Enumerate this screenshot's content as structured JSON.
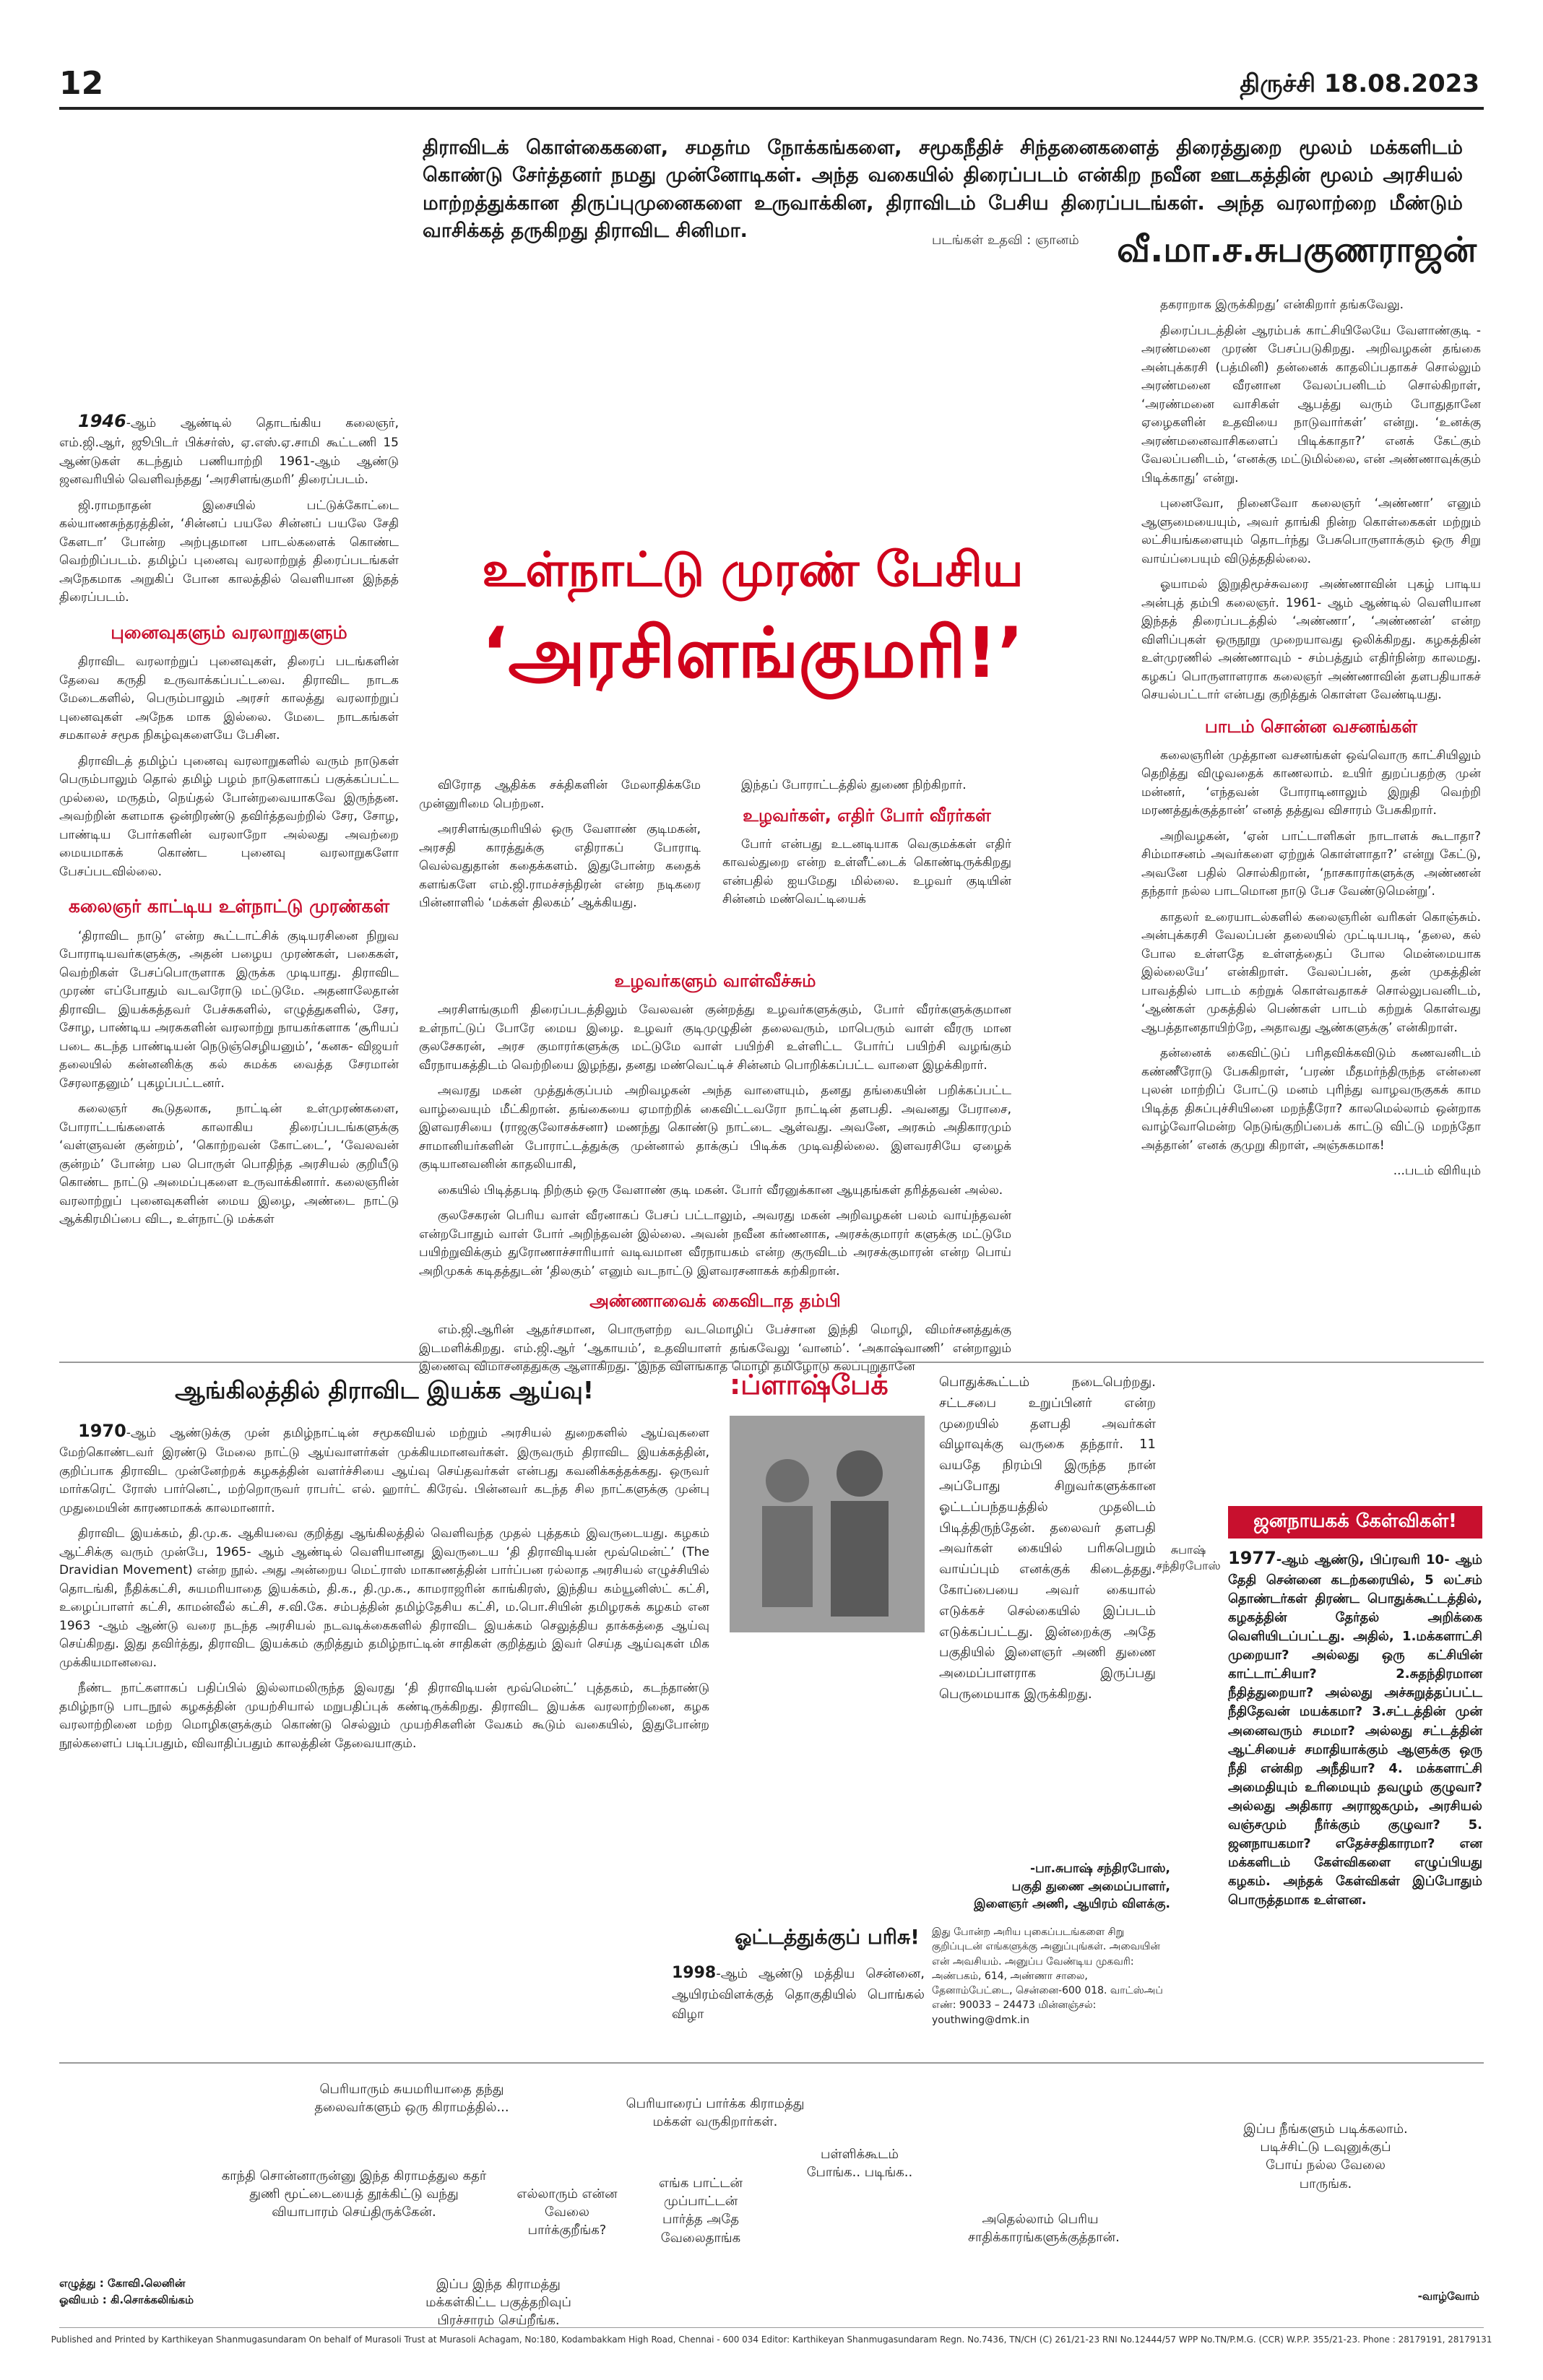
{
  "masthead": {
    "page_number": "12",
    "edition_date": "திருச்சி 18.08.2023"
  },
  "intro": "திராவிடக் கொள்கைகளை, சமதர்ம நோக்கங்களை, சமூகநீதிச் சிந்தனைகளைத் திரைத்துறை மூலம் மக்களிடம் கொண்டு சேர்த்தனர் நமது முன்னோடிகள். அந்த வகையில் திரைப்படம் என்கிற நவீன ஊடகத்தின் மூலம் அரசியல் மாற்றத்துக்கான திருப்புமுனைகளை உருவாக்கின, திராவிடம் பேசிய திரைப்படங்கள். அந்த வரலாற்றை மீண்டும் வாசிக்கத் தருகிறது திராவிட சினிமா.",
  "photo_credit": "படங்கள் உதவி : ஞானம்",
  "author": "வீ.மா.ச.சுபகுணராஜன்",
  "title": {
    "line1": "உள்நாட்டு முரண் பேசிய",
    "line2": "‘அரசிளங்குமரி!’"
  },
  "col1": {
    "p1_lead": "1946",
    "p1": "-ஆம் ஆண்டில் தொடங்கிய கலைஞர், எம்.ஜி.ஆர், ஜூபிடர் பிக்சர்ஸ், ஏ.எஸ்.ஏ.சாமி கூட்டணி 15 ஆண்டுகள் கடந்தும் பணியாற்றி 1961-ஆம் ஆண்டு ஜனவரியில் வெளிவந்தது ‘அரசிளங்குமரி’ திரைப்படம்.",
    "p2": "ஜி.ராமநாதன் இசையில் பட்டுக்கோட்டை கல்யாணசுந்தரத்தின், ‘சின்னப் பயலே சின்னப் பயலே சேதி கேளடா’ போன்ற அற்புதமான பாடல்களைக் கொண்ட வெற்றிப்படம். தமிழ்ப் புனைவு வரலாற்றுத் திரைப்படங்கள் அநேகமாக அறுகிப் போன காலத்தில் வெளியான இந்தத் திரைப்படம்.",
    "h1": "புனைவுகளும் வரலாறுகளும்",
    "p3": "திராவிட வரலாற்றுப் புனைவுகள், திரைப் படங்களின் தேவை கருதி உருவாக்கப்பட்டவை. திராவிட நாடக மேடைகளில், பெரும்பாலும் அரசர் காலத்து வரலாற்றுப் புனைவுகள் அநேக மாக இல்லை. மேடை நாடகங்கள் சமகாலச் சமூக நிகழ்வுகளையே பேசின.",
    "p4": "திராவிடத் தமிழ்ப் புனைவு வரலாறுகளில் வரும் நாடுகள் பெரும்பாலும் தொல் தமிழ் பழம் நாடுகளாகப் பகுக்கப்பட்ட முல்லை, மருதம், நெய்தல் போன்றவையாகவே இருந்தன. அவற்றின் களமாக ஒன்றிரண்டு தவிர்த்தவற்றில் சேர, சோழ, பாண்டிய போர்களின் வரலாறோ அல்லது அவற்றை மையமாகக் கொண்ட புனைவு வரலாறுகளோ பேசப்படவில்லை.",
    "h2": "கலைஞர் காட்டிய உள்நாட்டு முரண்கள்",
    "p5": "‘திராவிட நாடு’ என்ற கூட்டாட்சிக் குடியரசினை நிறுவ போராடியவர்களுக்கு, அதன் பழைய முரண்கள், பகைகள், வெற்றிகள் பேசப்பொருளாக இருக்க முடியாது. திராவிட முரண் எப்போதும் வடவரோடு மட்டுமே. அதனாலேதான் திராவிட இயக்கத்தவர் பேச்சுகளில், எழுத்துகளில், சேர, சோழ, பாண்டிய அரசுகளின் வரலாற்று நாயகர்களாக ‘சூரியப் படை கடந்த பாண்டியன் நெடுஞ்செழியனும்’, ‘கனக- விஜயர் தலையில் கன்னனிக்கு கல் சுமக்க வைத்த சேரமான் சேரலாதனும்’ புகழப்பட்டனர்.",
    "p6": "கலைஞர் கூடுதலாக, நாட்டின் உள்முரண்களை, போராட்டங்களைக் காலாகிய திரைப்படங்களுக்கு ‘வள்ளுவன் குன்றம்’, ‘கொற்றவன் கோட்டை’, ‘வேலவன் குன்றம்’ போன்ற பல பொருள் பொதிந்த அரசியல் குறியீடு கொண்ட நாட்டு அமைப்புகளை உருவாக்கினார். கலைஞரின் வரலாற்றுப் புனைவுகளின் மைய இழை, அண்டை நாட்டு ஆக்கிரமிப்பை விட, உள்நாட்டு மக்கள்"
  },
  "col2": {
    "p1": "விரோத ஆதிக்க சக்திகளின் மேலாதிக்கமே முன்னுரிமை பெற்றன.",
    "p2": "அரசிளங்குமரியில் ஒரு வேளாண் குடிமகன், அரசதி காரத்துக்கு எதிராகப் போராடி வெல்வதுதான் கதைக்களம். இதுபோன்ற கதைக் களங்களே எம்.ஜி.ராமச்சந்திரன் என்ற நடிகரை பின்னாளில் ‘மக்கள் திலகம்’ ஆக்கியது."
  },
  "col3": {
    "p1": "இந்தப் போராட்டத்தில் துணை நிற்கிறார்.",
    "h1": "உழவர்கள், எதிர் போர் வீரர்கள்",
    "p2": "போர் என்பது உடனடியாக வெகுமக்கள் எதிர் காவல்துறை என்ற உள்ளீட்டைக் கொண்டிருக்கிறது என்பதில் ஐயமேது மில்லை. உழவர் குடியின் சின்னம் மண்வெட்டியைக்"
  },
  "mid": {
    "h1": "உழவர்களும் வாள்வீச்சும்",
    "p1": "அரசிளங்குமரி திரைப்படத்திலும் வேலவன் குன்றத்து உழவர்களுக்கும், போர் வீரர்களுக்குமான உள்நாட்டுப் போரே மைய இழை. உழவர் குடிமுழுதின் தலைவரும், மாபெரும் வாள் வீரரு மான குலசேகரன், அரச குமாரர்களுக்கு மட்டுமே வாள் பயிற்சி உள்ளிட்ட போர்ப் பயிற்சி வழங்கும் வீரநாயகத்திடம் வெற்றியை இழந்து, தனது மண்வெட்டிச் சின்னம் பொறிக்கப்பட்ட வாளை இழக்கிறார்.",
    "p2": "அவரது மகன் முத்துக்குப்பம் அறிவழகன் அந்த வாளையும், தனது தங்கையின் பறிக்கப்பட்ட வாழ்வையும் மீட்கிறான். தங்கையை ஏமாற்றிக் கைவிட்டவரோ நாட்டின் தளபதி. அவனது பேராசை, இளவரசியை (ராஜகுலோசக்சனா) மணந்து கொண்டு நாட்டை ஆள்வது. அவனே, அரசும் அதிகாரமும் சாமானியர்களின் போராட்டத்துக்கு முன்னால் தாக்குப் பிடிக்க முடிவதில்லை. இளவரசியே ஏழைக் குடியானவனின் காதலியாகி,",
    "p3": "கையில் பிடித்தபடி நிற்கும் ஒரு வேளாண் குடி மகன். போர் வீரனுக்கான ஆயுதங்கள் தரித்தவன் அல்ல.",
    "p4": "குலசேகரன் பெரிய வாள் வீரனாகப் பேசப் பட்டாலும், அவரது மகன் அறிவழகன் பலம் வாய்ந்தவன் என்றபோதும் வாள் போர் அறிந்தவன் இல்லை. அவன் நவீன கர்ணனாக, அரசக்குமாரர் களுக்கு மட்டுமே பயிற்றுவிக்கும் துரோணாச்சாரியார் வடிவமான வீரநாயகம் என்ற குருவிடம் அரசக்குமாரன் என்ற பொய் அறிமுகக் கடிதத்துடன் ‘திலகும்’ எனும் வடநாட்டு இளவரசனாகக் கற்கிறான்.",
    "h2": "அண்ணாவைக் கைவிடாத தம்பி",
    "p5": "எம்.ஜி.ஆரின் ஆதர்சமான, பொருளற்ற வடமொழிப் பேச்சான இந்தி மொழி, விமர்சனத்துக்கு இடமளிக்கிறது. எம்.ஜி.ஆர் ‘ஆகாயம்’, உதவியாளர் தங்கவேலு ‘வானம்’. ‘அகாஷ்வாணி’ என்றாலும் இணைவு விமர்சனத்துக்கு ஆளாகிறது. ‘இந்த விளங்காத மொழி தமிழோடு கலப்புறுதானே"
  },
  "col_right": {
    "p1": "தகராறாக இருக்கிறது’ என்கிறார் தங்கவேலு.",
    "p2": "திரைப்படத்தின் ஆரம்பக் காட்சியிலேயே வேளாண்குடி - அரண்மனை முரண் பேசப்படுகிறது. அறிவழகன் தங்கை அன்புக்கரசி (பத்மினி) தன்னைக் காதலிப்பதாகச் சொல்லும் அரண்மனை வீரனான வேலப்பனிடம் சொல்கிறாள், ‘அரண்மனை வாசிகள் ஆபத்து வரும் போதுதானே ஏழைகளின் உதவியை நாடுவார்கள்’ என்று. ‘உனக்கு அரண்மனைவாசிகளைப் பிடிக்காதா?’ எனக் கேட்கும் வேலப்பனிடம், ‘எனக்கு மட்டுமில்லை, என் அண்ணாவுக்கும் பிடிக்காது’ என்று.",
    "p3": "புனைவோ, நினைவோ கலைஞர் ‘அண்ணா’ எனும் ஆளுமையையும், அவர் தாங்கி நின்ற கொள்கைகள் மற்றும் லட்சியங்களையும் தொடர்ந்து பேசுபொருளாக்கும் ஒரு சிறு வாய்ப்பையும் விடுத்ததில்லை.",
    "p4": "ஓயாமல் இறுதிமூச்சுவரை அண்ணாவின் புகழ் பாடிய அன்புத் தம்பி கலைஞர். 1961- ஆம் ஆண்டில் வெளியான இந்தத் திரைப்படத்தில் ‘அண்ணா’, ‘அண்ணன்’ என்ற விளிப்புகள் ஒருநூறு முறையாவது ஒலிக்கிறது. கழகத்தின் உள்முரணில் அண்ணாவும் - சம்பத்தும் எதிர்நின்ற காலமது. கழகப் பொருளாளராக கலைஞர் அண்ணாவின் தளபதியாகச் செயல்பட்டார் என்பது குறித்துக் கொள்ள வேண்டியது.",
    "h1": "பாடம் சொன்ன வசனங்கள்",
    "p5": "கலைஞரின் முத்தான வசனங்கள் ஒவ்வொரு காட்சியிலும் தெறித்து விழுவதைக் காணலாம். உயிர் துறப்பதற்கு முன் மன்னர், ‘எந்தவன் போராடினாலும் இறுதி வெற்றி மரணத்துக்குத்தான்’ எனத் தத்துவ விசாரம் பேசுகிறார்.",
    "p6": "அறிவழகன், ‘ஏன் பாட்டாளிகள் நாடாளக் கூடாதா? சிம்மாசனம் அவர்களை ஏற்றுக் கொள்ளாதா?’ என்று கேட்டு, அவனே பதில் சொல்கிறான், ‘நாசகாரர்களுக்கு அண்ணன் தந்தார் நல்ல பாடமொன நாடு பேச வேண்டுமென்று’.",
    "p7": "காதலர் உரையாடல்களில் கலைஞரின் வரிகள் கொஞ்சும். அன்புக்கரசி வேலப்பன் தலையில் முட்டியபடி, ‘தலை, கல் போல உள்ளதே உள்ளத்தைப் போல மென்மையாக இல்லையே’ என்கிறாள். வேலப்பன், தன் முகத்தின் பாவத்தில் பாடம் கற்றுக் கொள்வதாகச் சொல்லுபவனிடம், ‘ஆண்கள் முகத்தில் பெண்கள் பாடம் கற்றுக் கொள்வது ஆபத்தானதாயிற்றே, அதாவது ஆண்களுக்கு’ என்கிறாள்.",
    "p8": "தன்னைக் கைவிட்டுப் பரிதவிக்கவிடும் கணவனிடம் கண்ணீரோடு பேசுகிறாள், ‘பரண் மீதமர்ந்திருந்த என்னை புலன் மாற்றிப் போட்டு மனம் புரிந்து வாழவருகுகக் காம பிடித்த திசுப்புச்சியினை மறந்தீரோ? காலமெல்லாம் ஒன்றாக வாழ்வோமென்ற நெடுங்குறிப்பைக் காட்டு விட்டு மறந்தோ அத்தான்’ எனக் குமுறு கிறாள், அஞ்சுகமாக!",
    "cont": "...படம் விரியும்"
  },
  "english_box": {
    "title": "ஆங்கிலத்தில் திராவிட இயக்க ஆய்வு!",
    "lead": "1970",
    "p1": "-ஆம் ஆண்டுக்கு முன் தமிழ்நாட்டின் சமூகவியல் மற்றும் அரசியல் துறைகளில் ஆய்வுகளை மேற்கொண்டவர் இரண்டு மேலை நாட்டு ஆய்வாளர்கள் முக்கியமானவர்கள். இருவரும் திராவிட இயக்கத்தின், குறிப்பாக திராவிட முன்னேற்றக் கழகத்தின் வளர்ச்சியை ஆய்வு செய்தவர்கள் என்பது கவனிக்கத்தக்கது. ஒருவர் மார்கரெட் ரோஸ் பார்னெட், மற்றொருவர் ராபர்ட் எல். ஹார்ட் கிரேவ். பின்னவர் கடந்த சில நாட்களுக்கு முன்பு முதுமையின் காரணமாகக் காலமானார்.",
    "p2": "திராவிட இயக்கம், தி.மு.க. ஆகியவை குறித்து ஆங்கிலத்தில் வெளிவந்த முதல் புத்தகம் இவருடையது. கழகம் ஆட்சிக்கு வரும் முன்பே, 1965- ஆம் ஆண்டில் வெளியானது இவருடைய ‘தி திராவிடியன் மூவ்மென்ட்’ (The Dravidian Movement) என்ற நூல். அது அன்றைய மெட்ராஸ் மாகாணத்தின் பார்ப்பன ரல்லாத அரசியல் எழுச்சியில் தொடங்கி, நீதிக்கட்சி, சுயமரியாதை இயக்கம், தி.க., தி.மு.க., காமராஜரின் காங்கிரஸ், இந்திய கம்யூனிஸ்ட் கட்சி, உழைப்பாளர் கட்சி, காமன்வீல் கட்சி, ச.வி.கே. சம்பத்தின் தமிழ்தேசிய கட்சி, ம.பொ.சியின் தமிழரசுக் கழகம் என 1963 -ஆம் ஆண்டு வரை நடந்த அரசியல் நடவடிக்கைகளில் திராவிட இயக்கம் செலுத்திய தாக்கத்தை ஆய்வு செய்கிறது. இது தவிர்த்து, திராவிட இயக்கம் குறித்தும் தமிழ்நாட்டின் சாதிகள் குறித்தும் இவர் செய்த ஆய்வுகள் மிக முக்கியமானவை.",
    "p3": "நீண்ட நாட்களாகப் பதிப்பில் இல்லாமலிருந்த இவரது ‘தி திராவிடியன் மூவ்மென்ட்’ புத்தகம், கடந்தாண்டு தமிழ்நாடு பாடநூல் கழகத்தின் முயற்சியால் மறுபதிப்புக் கண்டிருக்கிறது. திராவிட இயக்க வரலாற்றினை, கழக வரலாற்றினை மற்ற மொழிகளுக்கும் கொண்டு செல்லும் முயற்சிகளின் வேகம் கூடும் வகையில், இதுபோன்ற நூல்களைப் படிப்பதும், விவாதிப்பதும் காலத்தின் தேவையாகும்."
  },
  "flashback": {
    "title": ":ப்ளாஷ்பேக்",
    "p1": "பொதுக்கூட்டம் நடைபெற்றது. சட்டசபை உறுப்பினர் என்ற முறையில் தளபதி அவர்கள் விழாவுக்கு வருகை தந்தார். 11 வயதே நிரம்பி இருந்த நான் அப்போது சிறுவர்களுக்கான ஓட்டப்பந்தயத்தில் முதலிடம் பிடித்திருந்தேன். தலைவர் தளபதி அவர்கள் கையில் பரிசுபெறும் வாய்ப்பும் எனக்குக் கிடைத்தது. கோப்பையை அவர் கையால் எடுக்கச் செல்கையில் இப்படம் எடுக்கப்பட்டது. இன்றைக்கு அதே பகுதியில் இளைஞர் அணி துணை அமைப்பாளராக இருப்பது பெருமையாக இருக்கிறது.",
    "photo_caption_1": "சுபாஷ்",
    "photo_caption_2": "சந்திரபோஸ்",
    "sign1": "-பா.சுபாஷ் சந்திரபோஸ்,",
    "sign2": "பகுதி துணை அமைப்பாளர்,",
    "sign3": "இளைஞர் அணி, ஆயிரம் விளக்கு.",
    "note": "இது போன்ற அரிய புகைப்படங்களை சிறு குறிப்புடன் எங்களுக்கு அனுப்புங்கள். அவையின் என் அவசியம். அனுப்ப வேண்டிய முகவரி: அண்பகம், 614, அண்ணா சாலை, தேனாம்பேட்டை, சென்னை-600 018. வாட்ஸ்அப் எண்: 90033 – 24473 மின்னஞ்சல்: youthwing@dmk.in"
  },
  "prize_box": {
    "title": "ஓட்டத்துக்குப் பரிசு!",
    "lead": "1998",
    "text": "-ஆம் ஆண்டு மத்திய சென்னை, ஆயிரம்விளக்குத் தொகுதியில் பொங்கல் விழா"
  },
  "democracy_box": {
    "title": "ஜனநாயகக் கேள்விகள்!",
    "lead": "1977",
    "text": "-ஆம் ஆண்டு, பிப்ரவரி 10- ஆம் தேதி சென்னை கடற்கரையில், 5 லட்சம் தொண்டர்கள் திரண்ட பொதுக்கூட்டத்தில், கழகத்தின் தேர்தல் அறிக்கை வெளியிடப்பட்டது. அதில், 1.மக்களாட்சி முறையா? அல்லது ஒரு கட்சியின் காட்டாட்சியா? 2.சுதந்திரமான நீதித்துறையா? அல்லது அச்சுறுத்தப்பட்ட நீதிதேவன் மயக்கமா? 3.சட்டத்தின் முன் அனைவரும் சமமா? அல்லது சட்டத்தின் ஆட்சியைச் சமாதியாக்கும் ஆளுக்கு ஒரு நீதி என்கிற அநீதியா? 4. மக்களாட்சி அமைதியும் உரிமையும் தவழும் குழுவா? அல்லது அதிகார அராஜகமும், அரசியல் வஞ்சமும் நீர்க்கும் குழுவா? 5. ஜனநாயகமா? எதேச்சதிகாரமா? என மக்களிடம் கேள்விகளை எழுப்பியது கழகம். அந்தக் கேள்விகள் இப்போதும் பொருத்தமாக உள்ளன."
  },
  "comic": {
    "b1": "பெரியாரும் சுயமரியாதை தந்து தலைவர்களும் ஒரு கிராமத்தில்...",
    "b2": "பெரியாரைப் பார்க்க கிராமத்து மக்கள் வருகிறார்கள்.",
    "b3": "காந்தி சொன்னாருன்னு இந்த கிராமத்துல கதர் துணி மூட்டையைத் தூக்கிட்டு வந்து வியாபாரம் செய்திருக்கேன்.",
    "b4": "எல்லாரும் என்ன வேலை பார்க்குறீங்க?",
    "b5": "எங்க பாட்டன் முப்பாட்டன் பார்த்த அதே வேலைதாங்க",
    "b6": "பள்ளிக்கூடம் போங்க.. படிங்க..",
    "b7": "அதெல்லாம் பெரிய சாதிக்காரங்களுக்குத்தான்.",
    "b8": "இப்ப நீங்களும் படிக்கலாம். படிச்சிட்டு டவுனுக்குப் போய் நல்ல வேலை பாருங்க.",
    "b9": "இப்ப இந்த கிராமத்து மக்கள்கிட்ட பகுத்தறிவுப் பிரச்சாரம் செய்றீங்க.",
    "credit1": "எழுத்து : கோவி.லெனின்",
    "credit2": "ஓவியம் : கி.சொக்கலிங்கம்",
    "sign": "-வாழ்வோம்"
  },
  "footer": "Published and Printed by Karthikeyan Shanmugasundaram On behalf of Murasoli Trust at Murasoli Achagam, No:180, Kodambakkam High Road, Chennai - 600 034 Editor: Karthikeyan Shanmugasundaram Regn. No.7436, TN/CH (C) 261/21-23 RNI No.12444/57 WPP No.TN/P.M.G. (CCR) W.P.P. 355/21-23. Phone : 28179191, 28179131",
  "colors": {
    "accent_red": "#c8102e",
    "text": "#1a1a1a"
  }
}
